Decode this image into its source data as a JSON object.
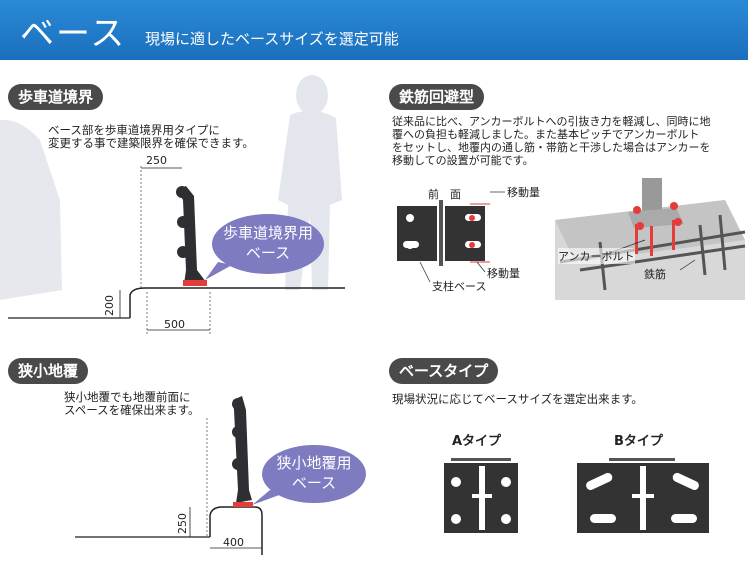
{
  "header": {
    "title": "ベース",
    "subtitle": "現場に適したベースサイズを選定可能"
  },
  "section_sidewalk": {
    "tag": "歩車道境界",
    "desc_line1": "ベース部を歩車道境界用タイプに",
    "desc_line2": "変更する事で建築限界を確保できます。",
    "bubble_line1": "歩車道境界用",
    "bubble_line2": "ベース",
    "dim_top": "250",
    "dim_side": "200",
    "dim_bottom": "500"
  },
  "section_rebar": {
    "tag": "鉄筋回避型",
    "desc_line1": "従来品に比べ、アンカーボルトへの引抜き力を軽減し、同時に地",
    "desc_line2": "覆への負担も軽減しました。また基本ピッチでアンカーボルト",
    "desc_line3": "をセットし、地覆内の通し筋・帯筋と干渉した場合はアンカーを",
    "desc_line4": "移動しての設置が可能です。",
    "label_front": "前　面",
    "label_move_top": "移動量",
    "label_move_bottom": "移動量",
    "label_base": "支柱ベース",
    "label_anchor": "アンカーボルト",
    "label_rebar": "鉄筋"
  },
  "section_narrow": {
    "tag": "狭小地覆",
    "desc_line1": "狭小地覆でも地覆前面に",
    "desc_line2": "スペースを確保出来ます。",
    "bubble_line1": "狭小地覆用",
    "bubble_line2": "ベース",
    "dim_side": "250",
    "dim_bottom": "400"
  },
  "section_basetype": {
    "tag": "ベースタイプ",
    "desc": "現場状況に応じてベースサイズを選定出来ます。",
    "type_a": "Aタイプ",
    "type_b": "Bタイプ"
  }
}
